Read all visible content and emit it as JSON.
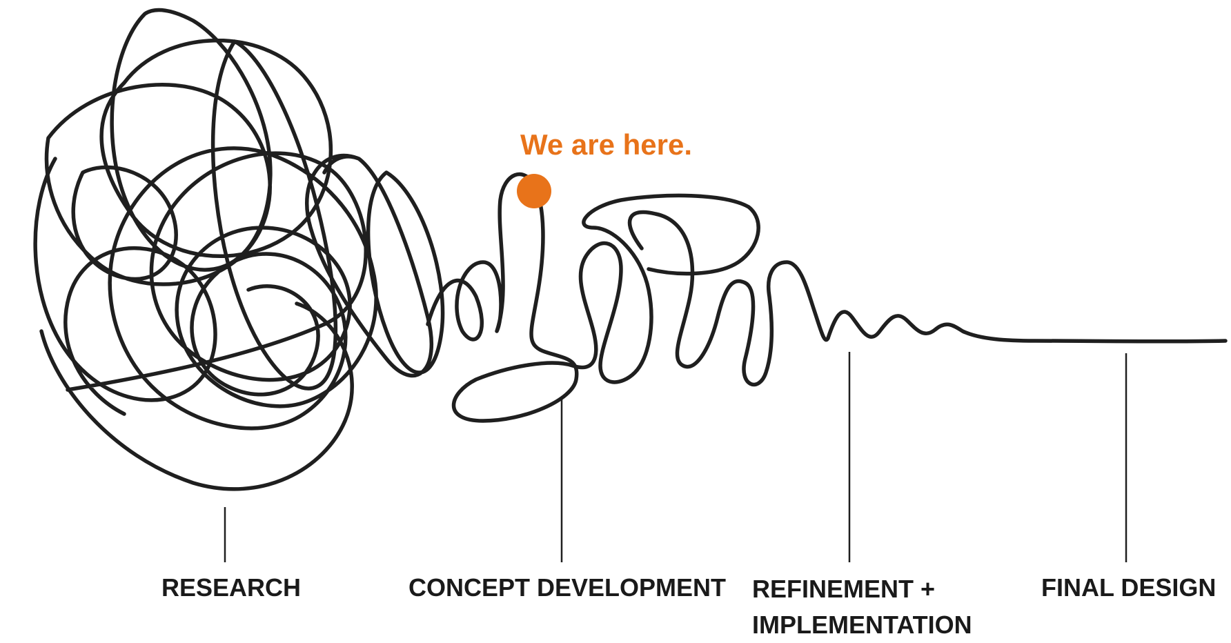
{
  "diagram": {
    "marker": {
      "text": "We are here.",
      "color": "#e8731a"
    },
    "line_color": "#1a1a1a",
    "stages": [
      {
        "label": "RESEARCH"
      },
      {
        "label": "CONCEPT DEVELOPMENT"
      },
      {
        "label": "REFINEMENT + IMPLEMENTATION"
      },
      {
        "label": "FINAL DESIGN"
      }
    ]
  }
}
